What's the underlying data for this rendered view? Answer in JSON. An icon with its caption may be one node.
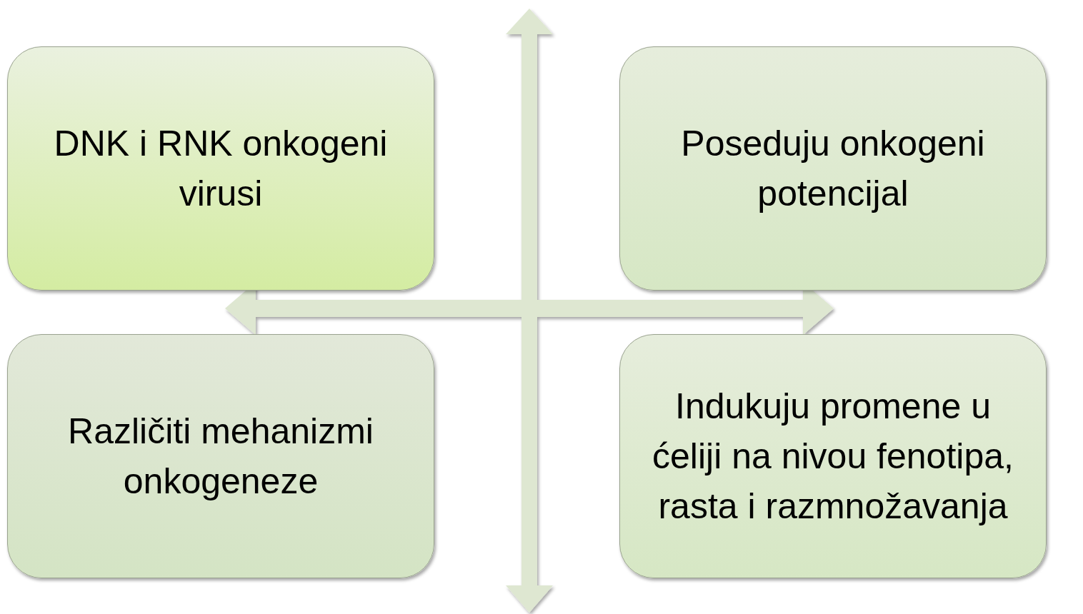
{
  "diagram": {
    "nodes": [
      {
        "text": [
          "DNK i RNK onkogeni virusi"
        ]
      },
      {
        "text": [
          "Poseduju onkogeni potencijal"
        ]
      },
      {
        "text": [
          "Različiti mehanizmi onkogeneze"
        ]
      },
      {
        "text": [
          "Indukuju promene u ćeliji na nivou fenotipa, rasta i razmnožavanja"
        ]
      }
    ]
  }
}
